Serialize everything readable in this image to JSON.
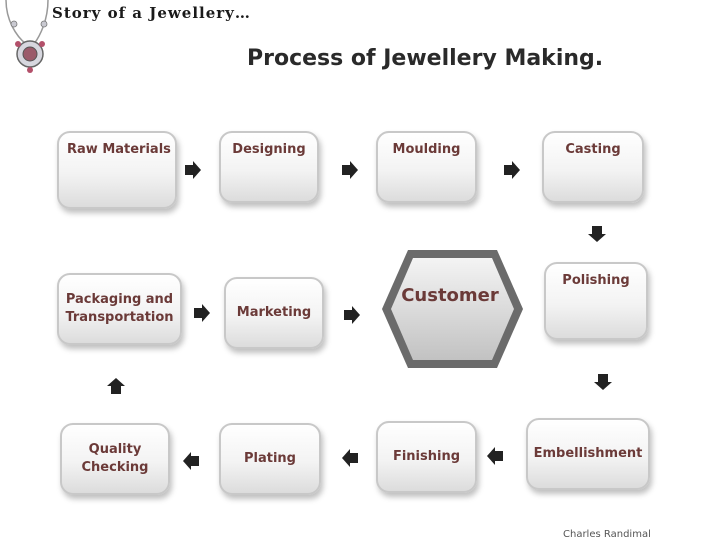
{
  "header": {
    "title": "Story of a Jewellery…"
  },
  "slide": {
    "title": "Process of Jewellery Making."
  },
  "steps": {
    "raw_materials": "Raw Materials",
    "designing": "Designing",
    "moulding": "Moulding",
    "casting": "Casting",
    "polishing": "Polishing",
    "packaging_line1": "Packaging and",
    "packaging_line2": "Transportation",
    "marketing": "Marketing",
    "customer": "Customer",
    "quality_line1": "Quality",
    "quality_line2": "Checking",
    "plating": "Plating",
    "finishing": "Finishing",
    "embellishment": "Embellishment"
  },
  "footer": {
    "author": "Charles Randimal"
  }
}
